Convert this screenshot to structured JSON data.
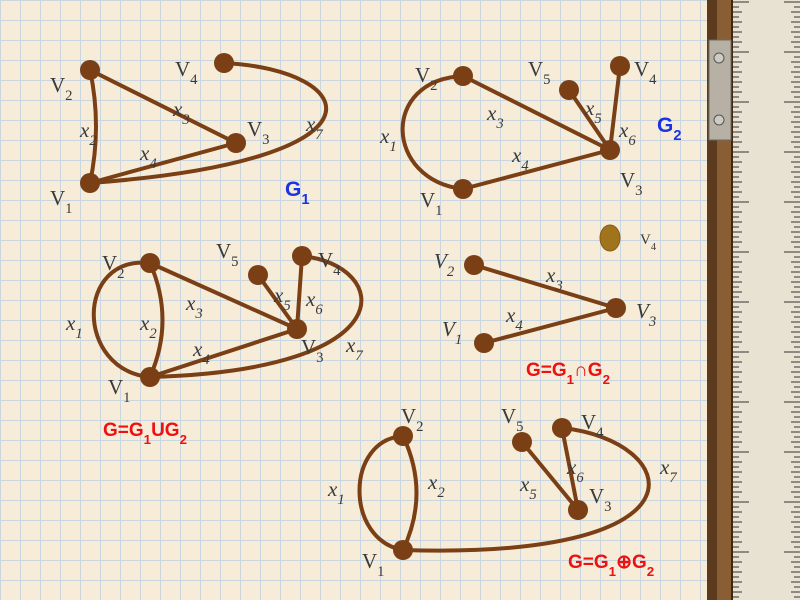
{
  "graphs": {
    "g1": {
      "title": "G1",
      "vertices": {
        "v1": "V1",
        "v2": "V2",
        "v3": "V3",
        "v4": "V4"
      },
      "edges": {
        "x2": "x2",
        "x3": "x3",
        "x4": "x4",
        "x7": "x7"
      }
    },
    "g2": {
      "title": "G2",
      "vertices": {
        "v1": "V1",
        "v2": "V2",
        "v3": "V3",
        "v4": "V4",
        "v5": "V5"
      },
      "edges": {
        "x1": "x1",
        "x3": "x3",
        "x4": "x4",
        "x5": "x5",
        "x6": "x6"
      }
    },
    "union": {
      "title": "G=G1UG2",
      "vertices": {
        "v1": "V1",
        "v2": "V2",
        "v3": "V3",
        "v4": "V4",
        "v5": "V5"
      },
      "edges": {
        "x1": "x1",
        "x2": "x2",
        "x3": "x3",
        "x4": "x4",
        "x5": "x5",
        "x6": "x6",
        "x7": "x7"
      }
    },
    "intersection": {
      "title": "G=G1∩G2",
      "vertices": {
        "v1": "V1",
        "v2": "V2",
        "v3": "V3",
        "v4": "V4"
      },
      "edges": {
        "x3": "x3",
        "x4": "x4"
      }
    },
    "ring_sum": {
      "title": "G=G1⊕G2",
      "vertices": {
        "v1": "V1",
        "v2": "V2",
        "v3": "V3",
        "v4": "V4",
        "v5": "V5"
      },
      "edges": {
        "x1": "x1",
        "x2": "x2",
        "x5": "x5",
        "x6": "x6",
        "x7": "x7"
      }
    }
  },
  "colors": {
    "edge": "#7a3f15",
    "vertex": "#7a3f15",
    "title_g": "#1a33e6",
    "title_ops": "#ee1111",
    "label": "#3a3a3a"
  }
}
